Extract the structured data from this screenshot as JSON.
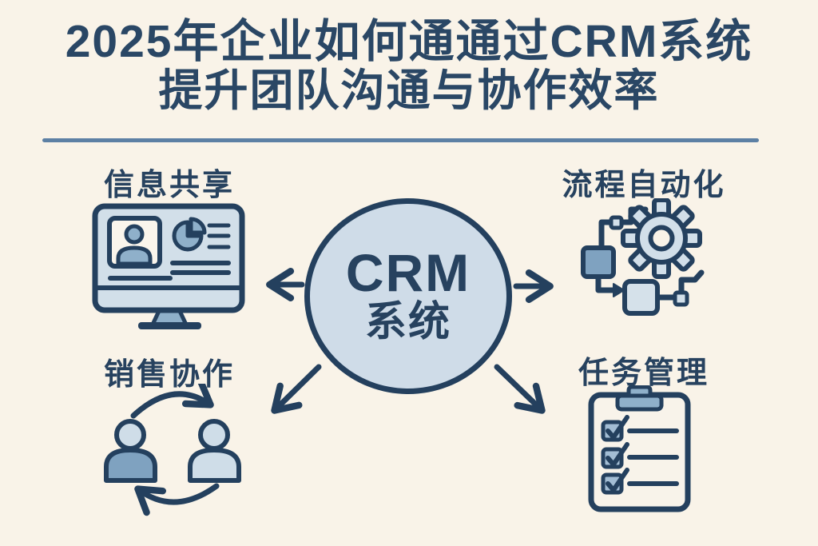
{
  "title": {
    "line1": "2025年企业如何通通过CRM系统",
    "line2": "提升团队沟通与协作效率"
  },
  "center_node": {
    "title": "CRM",
    "subtitle": "系统"
  },
  "sections": [
    {
      "id": "info-sharing",
      "label": "信息共享",
      "icon": "monitor-dashboard-icon",
      "position": "top-left"
    },
    {
      "id": "process-automation",
      "label": "流程自动化",
      "icon": "gear-flowchart-icon",
      "position": "top-right"
    },
    {
      "id": "sales-collaboration",
      "label": "销售协作",
      "icon": "people-sync-icon",
      "position": "bottom-left"
    },
    {
      "id": "task-management",
      "label": "任务管理",
      "icon": "clipboard-checklist-icon",
      "position": "bottom-right"
    }
  ],
  "colors": {
    "background": "#f9f3e8",
    "outline_navy": "#24405e",
    "title_text": "#2a4765",
    "light_blue_fill": "#d2dfe9",
    "medium_blue_fill": "#8fb0ca",
    "steel_blue_fill": "#7fa2c0",
    "pale_blue_fill": "#a9c3d6",
    "card_cream": "#faf5ec",
    "divider_blue": "#5d80a4"
  }
}
